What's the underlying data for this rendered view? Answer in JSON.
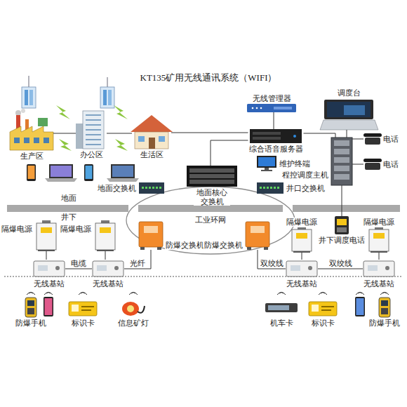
{
  "diagram": {
    "title": "KT135矿用无线通讯系统（WIFI）",
    "nodes": [
      {
        "text": [
          "生产区"
        ]
      },
      {
        "text": [
          "办公区"
        ]
      },
      {
        "text": [
          "生活区"
        ]
      },
      {
        "text": [
          "无线管理器"
        ]
      },
      {
        "text": [
          "调度台"
        ]
      },
      {
        "text": [
          "综合语音服务器"
        ]
      },
      {
        "text": [
          "程控调度主机"
        ]
      },
      {
        "text": [
          "电话"
        ]
      },
      {
        "text": [
          "电话"
        ]
      },
      {
        "text": [
          "地面交换机"
        ]
      },
      {
        "text": [
          "地面核心 交换机"
        ]
      },
      {
        "text": [
          "维护终端"
        ]
      },
      {
        "text": [
          "井口交换机"
        ]
      },
      {
        "text": [
          "防爆交换机"
        ]
      },
      {
        "text": [
          "防爆交换机"
        ]
      },
      {
        "text": [
          "隔爆电源"
        ]
      },
      {
        "text": [
          "隔爆电源"
        ]
      },
      {
        "text": [
          "无线基站"
        ]
      },
      {
        "text": [
          "无线基站"
        ]
      },
      {
        "text": [
          "隔爆电源"
        ]
      },
      {
        "text": [
          "隔爆电源"
        ]
      },
      {
        "text": [
          "无线基站"
        ]
      },
      {
        "text": [
          "无线基站"
        ]
      },
      {
        "text": [
          "井下调度电话"
        ]
      },
      {
        "text": [
          "防爆手机"
        ]
      },
      {
        "text": [
          "标识卡"
        ]
      },
      {
        "text": [
          "信息矿灯"
        ]
      },
      {
        "text": [
          "机车卡"
        ]
      },
      {
        "text": [
          "标识卡"
        ]
      },
      {
        "text": [
          "防爆手机"
        ]
      }
    ],
    "edges": [
      {
        "from": 0,
        "to": 1,
        "arrow": "none"
      },
      {
        "from": 1,
        "to": 2,
        "arrow": "none"
      },
      {
        "from": 2,
        "to": 5,
        "arrow": "none"
      },
      {
        "from": 3,
        "to": 5,
        "arrow": "none"
      },
      {
        "from": 4,
        "to": 6,
        "arrow": "none"
      },
      {
        "from": 5,
        "to": 6,
        "arrow": "none"
      },
      {
        "from": 6,
        "to": 7,
        "arrow": "none"
      },
      {
        "from": 6,
        "to": 8,
        "arrow": "none"
      },
      {
        "from": 5,
        "to": 10,
        "arrow": "none"
      },
      {
        "from": 6,
        "to": 23,
        "arrow": "none"
      },
      {
        "from": 15,
        "to": 17,
        "arrow": "none"
      },
      {
        "from": 16,
        "to": 18,
        "arrow": "none"
      },
      {
        "from": 18,
        "to": 17,
        "label": "电缆",
        "arrow": "none"
      },
      {
        "from": 13,
        "to": 18,
        "label": "光纤",
        "arrow": "none"
      },
      {
        "from": 19,
        "to": 21,
        "arrow": "none"
      },
      {
        "from": 20,
        "to": 22,
        "arrow": "none"
      },
      {
        "from": 14,
        "to": 21,
        "label": "双绞线",
        "arrow": "none"
      },
      {
        "from": 21,
        "to": 22,
        "label": "双绞线",
        "arrow": "none"
      }
    ],
    "labels": [
      "地面",
      "井下",
      "工业环网"
    ]
  }
}
